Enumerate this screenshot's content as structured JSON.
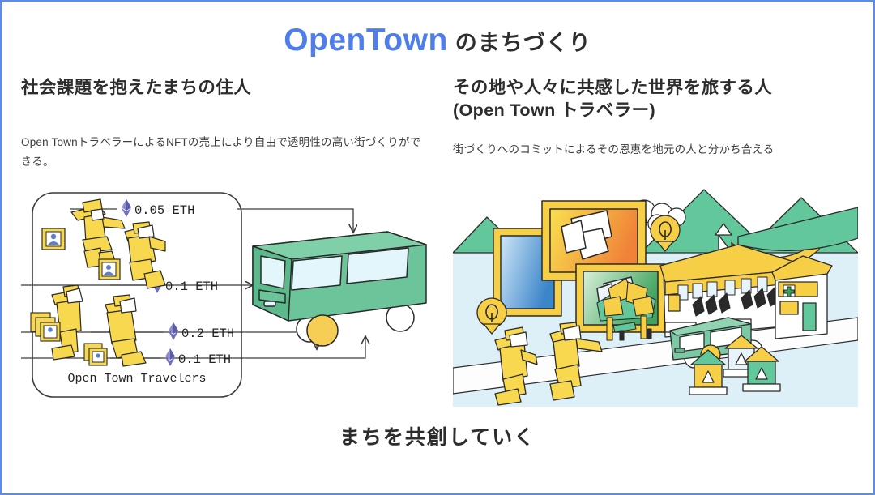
{
  "page": {
    "border_color": "#5b8cea",
    "background": "#ffffff"
  },
  "title": {
    "brand": "OpenTown",
    "brand_color": "#4f7de9",
    "suffix": "のまちづくり"
  },
  "left_column": {
    "heading": "社会課題を抱えたまちの住人",
    "body": "Open TownトラベラーによるNFTの売上により自由で透明性の高い街づくりができる。",
    "diagram": {
      "box_label": "Open Town Travelers",
      "eth_labels": [
        {
          "icon": "ethereum-icon",
          "value": "0.05 ETH"
        },
        {
          "icon": "ethereum-icon",
          "value": "0.1 ETH"
        },
        {
          "icon": "ethereum-icon",
          "value": "0.2 ETH"
        },
        {
          "icon": "ethereum-icon",
          "value": "0.1 ETH"
        }
      ],
      "colors": {
        "traveler": "#f7d84e",
        "bus_body": "#6cc49a",
        "bus_window": "#e2f6fb",
        "bus_wheel_accent": "#f7ce55",
        "eth_diamond": "#6f6fc0",
        "line": "#3a3a3a"
      }
    }
  },
  "right_column": {
    "heading_line1": "その地や人々に共感した世界を旅する人",
    "heading_line2": "(Open Town トラベラー)",
    "body": "街づくりへのコミットによるその恩恵を地元の人と分かち合える",
    "illustration": {
      "colors": {
        "sky_band": "#ddf0f7",
        "mountain": "#62c79b",
        "road": "#fdfdfd",
        "frame": "#f6cf46",
        "figure": "#f7d84e",
        "roof": "#f6cf46",
        "bus": "#7ac9a4"
      },
      "elements": [
        "nft-frame-orange",
        "nft-frame-blue",
        "nft-frame-green",
        "balloon-marker",
        "cloud",
        "mountain-large",
        "mountain-small",
        "tent-canopy",
        "tree-cluster",
        "market-building",
        "clinic-building",
        "traveler-figure",
        "shuttle-bus",
        "milestone-marker"
      ]
    }
  },
  "bottom": {
    "caption": "まちを共創していく"
  }
}
